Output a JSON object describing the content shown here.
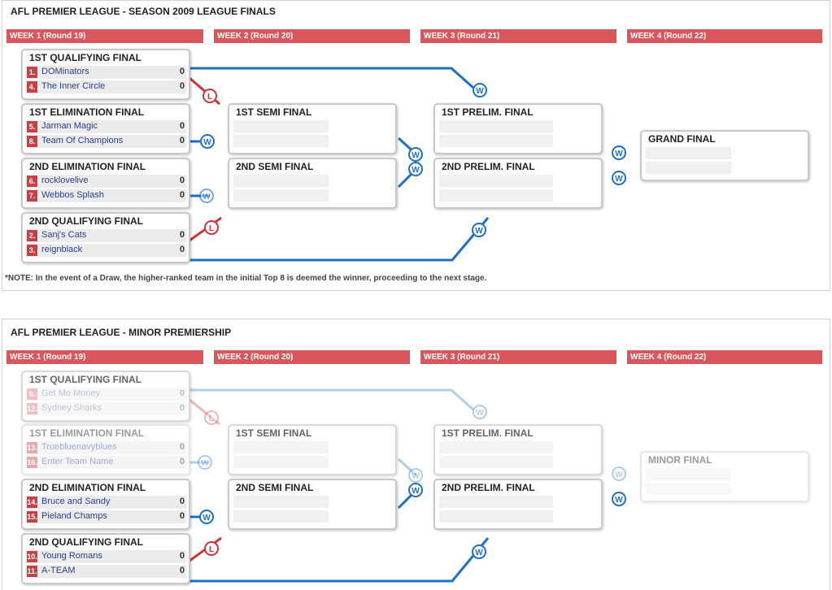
{
  "top": {
    "title": "AFL PREMIER LEAGUE - SEASON 2009 LEAGUE FINALS",
    "weeks": [
      "WEEK 1 (Round 19)",
      "WEEK 2 (Round 20)",
      "WEEK 3 (Round 21)",
      "WEEK 4 (Round 22)"
    ],
    "qf1": {
      "title": "1ST QUALIFYING FINAL",
      "teams": [
        {
          "seed": "1.",
          "name": "DOMinators",
          "score": "0"
        },
        {
          "seed": "4.",
          "name": "The Inner Circle",
          "score": "0"
        }
      ]
    },
    "ef1": {
      "title": "1ST ELIMINATION FINAL",
      "teams": [
        {
          "seed": "5.",
          "name": "Jarman Magic",
          "score": "0"
        },
        {
          "seed": "8.",
          "name": "Team Of Champions",
          "score": "0"
        }
      ]
    },
    "ef2": {
      "title": "2ND ELIMINATION FINAL",
      "teams": [
        {
          "seed": "6.",
          "name": "rocklovelive",
          "score": "0"
        },
        {
          "seed": "7.",
          "name": "Webbos Splash",
          "score": "0"
        }
      ]
    },
    "qf2": {
      "title": "2ND QUALIFYING FINAL",
      "teams": [
        {
          "seed": "2.",
          "name": "Sanj's Cats",
          "score": "0"
        },
        {
          "seed": "3.",
          "name": "reignblack",
          "score": "0"
        }
      ]
    },
    "sf1": "1ST SEMI FINAL",
    "sf2": "2ND SEMI FINAL",
    "pf1": "1ST PRELIM. FINAL",
    "pf2": "2ND PRELIM. FINAL",
    "gf": "GRAND FINAL",
    "note": "*NOTE: In the event of a Draw, the higher-ranked team in the initial Top 8 is deemed the winner, proceeding to the next stage."
  },
  "bottom": {
    "title": "AFL PREMIER LEAGUE - MINOR PREMIERSHIP",
    "weeks": [
      "WEEK 1 (Round 19)",
      "WEEK 2 (Round 20)",
      "WEEK 3 (Round 21)",
      "WEEK 4 (Round 22)"
    ],
    "qf1": {
      "title": "1ST QUALIFYING FINAL",
      "teams": [
        {
          "seed": "9.",
          "name": "Get Mo Money",
          "score": "0"
        },
        {
          "seed": "12.",
          "name": "Sydney Sharks",
          "score": "0"
        }
      ]
    },
    "ef1": {
      "title": "1ST ELIMINATION FINAL",
      "teams": [
        {
          "seed": "13.",
          "name": "Truebluenavyblues",
          "score": "0"
        },
        {
          "seed": "16.",
          "name": "Enter Team Name",
          "score": "0"
        }
      ]
    },
    "ef2": {
      "title": "2ND ELIMINATION FINAL",
      "teams": [
        {
          "seed": "14.",
          "name": "Bruce and Sandy",
          "score": "0"
        },
        {
          "seed": "15.",
          "name": "Pieland Champs",
          "score": "0"
        }
      ]
    },
    "qf2": {
      "title": "2ND QUALIFYING FINAL",
      "teams": [
        {
          "seed": "10.",
          "name": "Young Romans",
          "score": "0"
        },
        {
          "seed": "11.",
          "name": "A-TEAM",
          "score": "0"
        }
      ]
    },
    "sf1": "1ST SEMI FINAL",
    "sf2": "2ND SEMI FINAL",
    "pf1": "1ST PRELIM. FINAL",
    "pf2": "2ND PRELIM. FINAL",
    "gf": "MINOR FINAL"
  },
  "markers": {
    "win": "W",
    "loss": "L"
  },
  "colors": {
    "header": "#d9575c",
    "seed": "#c94044",
    "win_line": "#1f6fc4",
    "loss_line": "#d0343a"
  }
}
